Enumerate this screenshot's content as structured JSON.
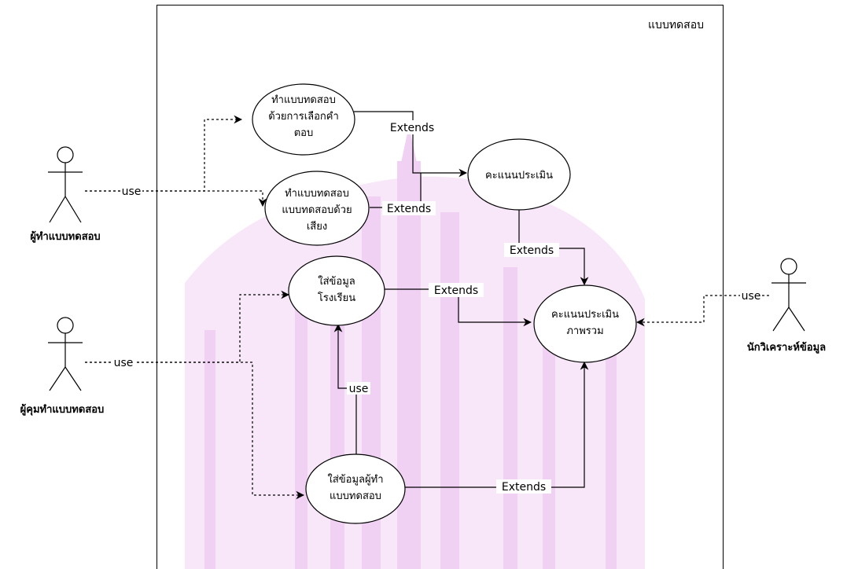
{
  "system": {
    "title": "แบบทดสอบ"
  },
  "actors": {
    "test_taker": "ผู้ทำแบบทดสอบ",
    "proctor": "ผู้คุมทำแบบทดสอบ",
    "analyst": "นักวิเคราะห์ข้อมูล"
  },
  "usecases": {
    "choice_test": [
      "ทำแบบทดสอบ",
      "ด้วยการเลือกคำ",
      "ตอบ"
    ],
    "voice_test": [
      "ทำแบบทดสอบ",
      "แบบทดสอบด้วย",
      "เสียง"
    ],
    "score": [
      "คะแนนประเมิน"
    ],
    "school_info": [
      "ใส่ข้อมูล",
      "โรงเรียน"
    ],
    "overall_score": [
      "คะแนนประเมิน",
      "ภาพรวม"
    ],
    "taker_info": [
      "ใส่ข้อมูลผู้ทำ",
      "แบบทดสอบ"
    ]
  },
  "labels": {
    "use": "use",
    "extends": "Extends"
  },
  "colors": {
    "line": "#000000",
    "watermark": "#eec9f3",
    "fill": "#ffffff"
  }
}
